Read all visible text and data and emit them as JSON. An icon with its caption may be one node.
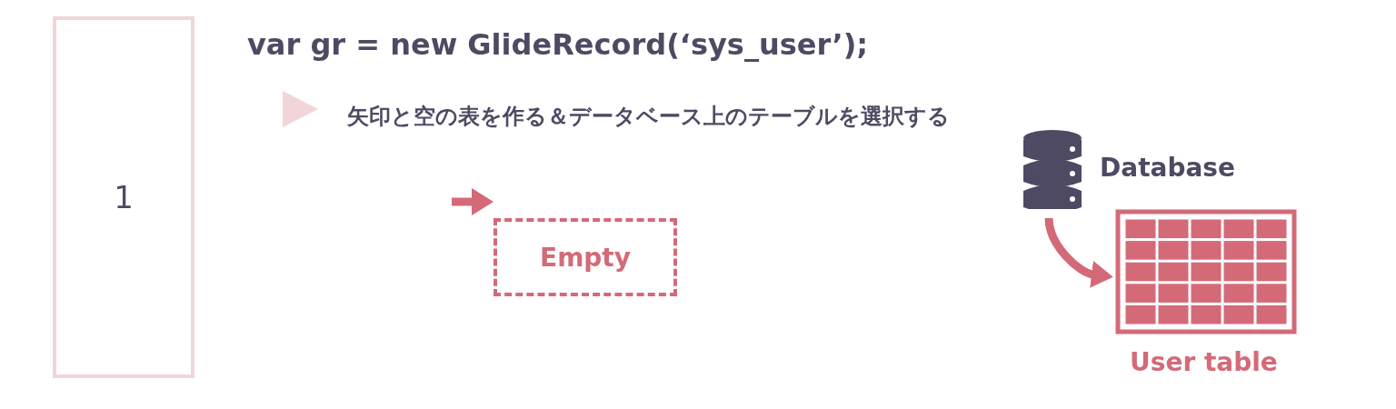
{
  "diagram": {
    "nodes": [
      {
        "text": [
          "1"
        ]
      },
      {
        "text": [
          "Empty"
        ]
      },
      {
        "text": [],
        "shape": "cylinder",
        "beside": [
          "Database"
        ]
      },
      {
        "text": [],
        "shape": "box",
        "beside": [
          "User table"
        ]
      }
    ],
    "edges": [
      {
        "from": null,
        "to": 1,
        "arrow": "to"
      },
      {
        "from": 2,
        "to": 3,
        "arrow": "to"
      }
    ],
    "labels": [
      "var gr = new GlideRecord(‘sys_user’);",
      "矢印と空の表を作る＆データベース上のテーブルを選択する"
    ]
  }
}
